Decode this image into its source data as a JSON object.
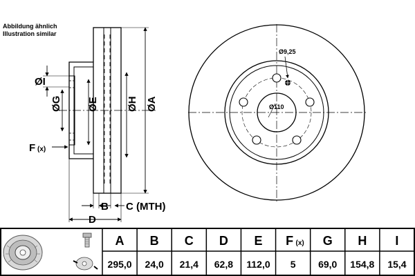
{
  "caption": {
    "line1": "Abbildung ähnlich",
    "line2": "Illustration similar"
  },
  "side_view_labels": {
    "I": "ØI",
    "G": "ØG",
    "E": "ØE",
    "H": "ØH",
    "A": "ØA",
    "F": "F",
    "F_sub": "(x)",
    "B": "B",
    "C": "C (MTH)",
    "D": "D"
  },
  "front_view_labels": {
    "bolt_hole": "Ø9,25",
    "center_bore": "Ø110"
  },
  "spec_table": {
    "headers": [
      "A",
      "B",
      "C",
      "D",
      "E",
      "F",
      "G",
      "H",
      "I"
    ],
    "header_F_sub": "(x)",
    "values": [
      "295,0",
      "24,0",
      "21,4",
      "62,8",
      "112,0",
      "5",
      "69,0",
      "154,8",
      "15,4"
    ]
  }
}
